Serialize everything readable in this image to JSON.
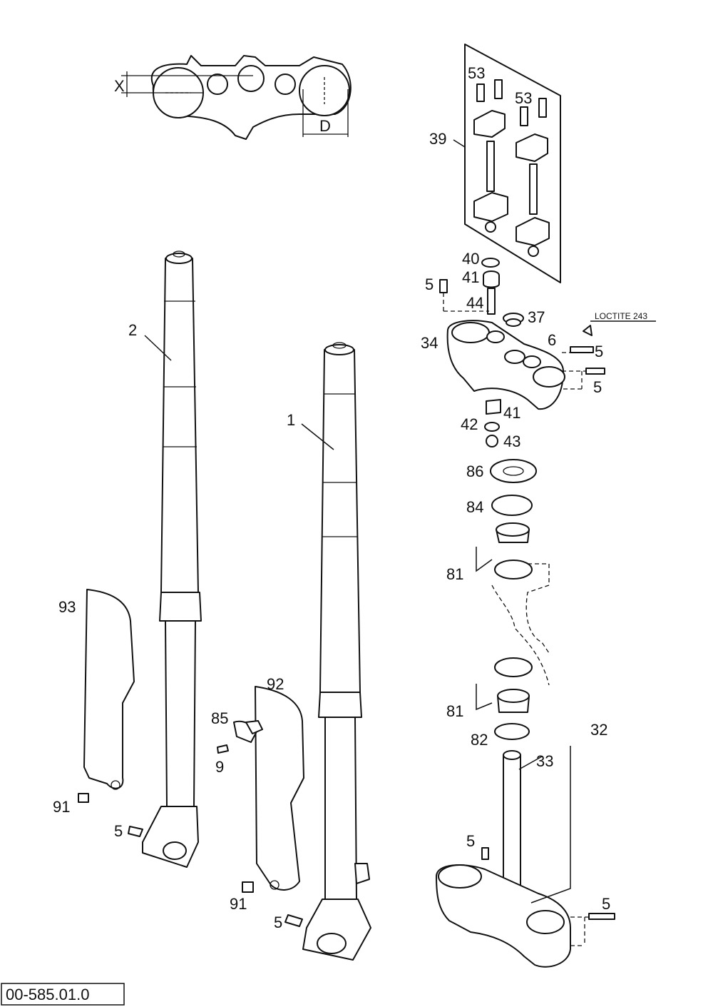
{
  "diagram": {
    "dimension_labels": {
      "x": "X",
      "d": "D"
    },
    "note": "LOCTITE 243",
    "drawing_code": "00-585.01.0",
    "callouts": [
      "53",
      "53",
      "39",
      "40",
      "41",
      "5",
      "44",
      "37",
      "6",
      "5",
      "34",
      "5",
      "41",
      "42",
      "43",
      "86",
      "84",
      "81",
      "81",
      "82",
      "32",
      "33",
      "5",
      "5",
      "2",
      "1",
      "93",
      "92",
      "85",
      "9",
      "91",
      "5",
      "91",
      "5"
    ]
  }
}
